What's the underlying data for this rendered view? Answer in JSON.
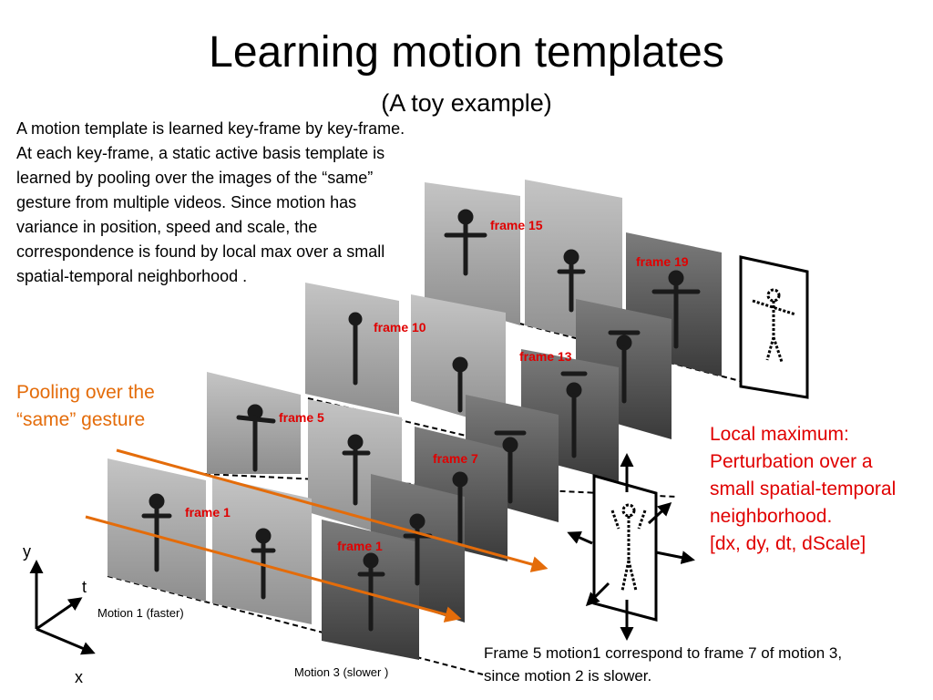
{
  "slide": {
    "title": "Learning motion templates",
    "subtitle": "(A toy example)",
    "description": "A motion template is learned key-frame by key-frame.  At each key-frame, a static active basis template is learned by pooling over the images of the “same” gesture from multiple videos. Since motion has variance in position, speed and scale, the correspondence is found by local max over a small spatial-temporal neighborhood .",
    "pooling_label": "Pooling over the “same” gesture",
    "local_max": {
      "line1": "Local maximum:",
      "line2": "Perturbation over a",
      "line3": "small spatial-temporal",
      "line4": "neighborhood.",
      "line5": "[dx, dy, dt, dScale]"
    },
    "note": "Frame 5 motion1 correspond to frame 7 of motion 3, since motion 2 is slower.",
    "motion1_label": "Motion 1 (faster)",
    "motion3_label": "Motion 3 (slower )",
    "axes": {
      "y": "y",
      "t": "t",
      "x": "x"
    }
  },
  "frames": {
    "m1_f1": "frame 1",
    "m1_f5": "frame 5",
    "m1_f10": "frame 10",
    "m1_f15": "frame 15",
    "m3_f1": "frame 1",
    "m3_f7": "frame 7",
    "m3_f13": "frame 13",
    "m3_f19": "frame 19"
  },
  "colors": {
    "orange": "#e46c0a",
    "red": "#e00000"
  }
}
